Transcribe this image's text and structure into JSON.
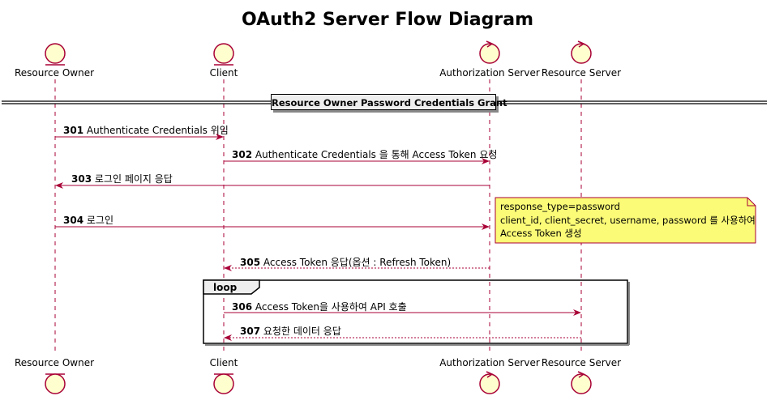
{
  "title": "OAuth2 Server Flow Diagram",
  "participants": [
    {
      "label": "Resource Owner",
      "kind": "entity"
    },
    {
      "label": "Client",
      "kind": "entity"
    },
    {
      "label": "Authorization Server",
      "kind": "control"
    },
    {
      "label": "Resource Server",
      "kind": "control"
    }
  ],
  "divider": "Resource Owner Password Credentials Grant",
  "messages": [
    {
      "num": "301",
      "text": "Authenticate Credentials 위임",
      "from": "Resource Owner",
      "to": "Client",
      "style": "solid"
    },
    {
      "num": "302",
      "text": "Authenticate Credentials 을 통해 Access Token 요청",
      "from": "Client",
      "to": "Authorization Server",
      "style": "solid"
    },
    {
      "num": "303",
      "text": "로그인 페이지 응답",
      "from": "Authorization Server",
      "to": "Resource Owner",
      "style": "solid"
    },
    {
      "num": "304",
      "text": "로그인",
      "from": "Resource Owner",
      "to": "Authorization Server",
      "style": "solid"
    },
    {
      "num": "305",
      "text": "Access Token 응답(옵션 : Refresh Token)",
      "from": "Authorization Server",
      "to": "Client",
      "style": "dashed"
    },
    {
      "num": "306",
      "text": "Access Token을 사용하여 API 호출",
      "from": "Client",
      "to": "Resource Server",
      "style": "solid"
    },
    {
      "num": "307",
      "text": "요청한 데이터 응답",
      "from": "Resource Server",
      "to": "Client",
      "style": "dashed"
    }
  ],
  "note": {
    "lines": [
      "response_type=password",
      "client_id, client_secret, username, password 를 사용하여",
      "Access Token 생성"
    ]
  },
  "loop": {
    "label": "loop"
  },
  "colors": {
    "participant_fill": "#FEFECE",
    "participant_stroke": "#A80036",
    "arrow": "#A80036",
    "note_fill": "#FBFB77",
    "divider_fill": "#EEEEEE"
  }
}
